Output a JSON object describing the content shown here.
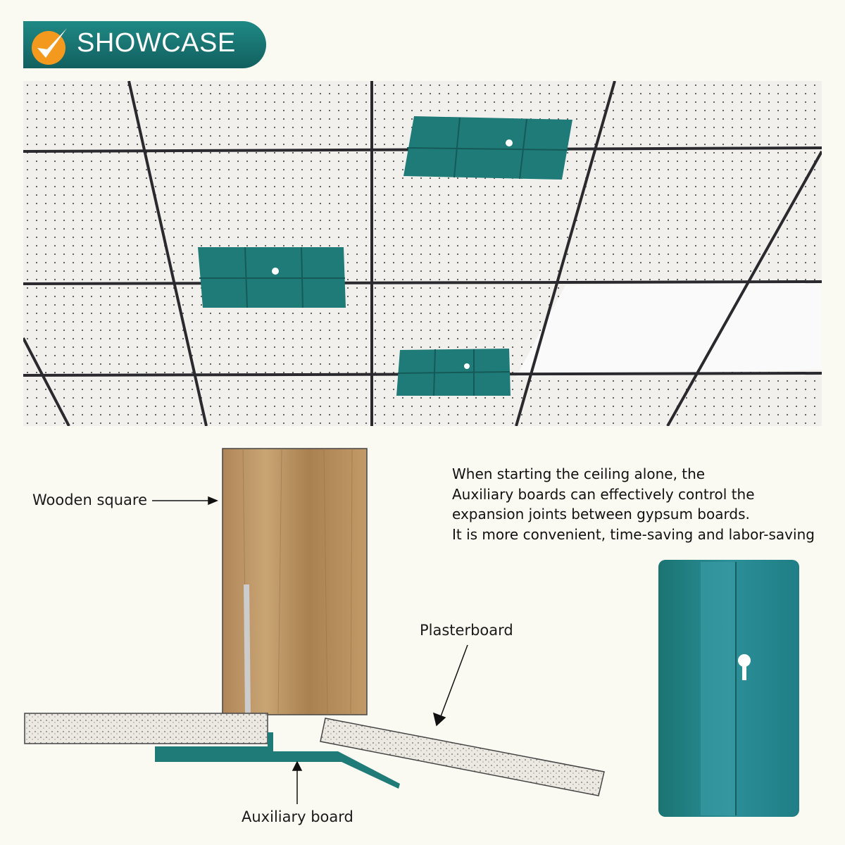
{
  "badge": {
    "label": "SHOWCASE"
  },
  "labels": {
    "wooden_square": "Wooden square",
    "plasterboard": "Plasterboard",
    "auxiliary_board": "Auxiliary board"
  },
  "description": {
    "lines": [
      "When starting the ceiling alone, the",
      "Auxiliary boards can effectively control the",
      "expansion joints between gypsum boards.",
      "It is more convenient, time-saving and labor-saving"
    ]
  },
  "colors": {
    "teal": "#1e7b78",
    "orange": "#f39a1e",
    "background": "#fbfaf2"
  }
}
